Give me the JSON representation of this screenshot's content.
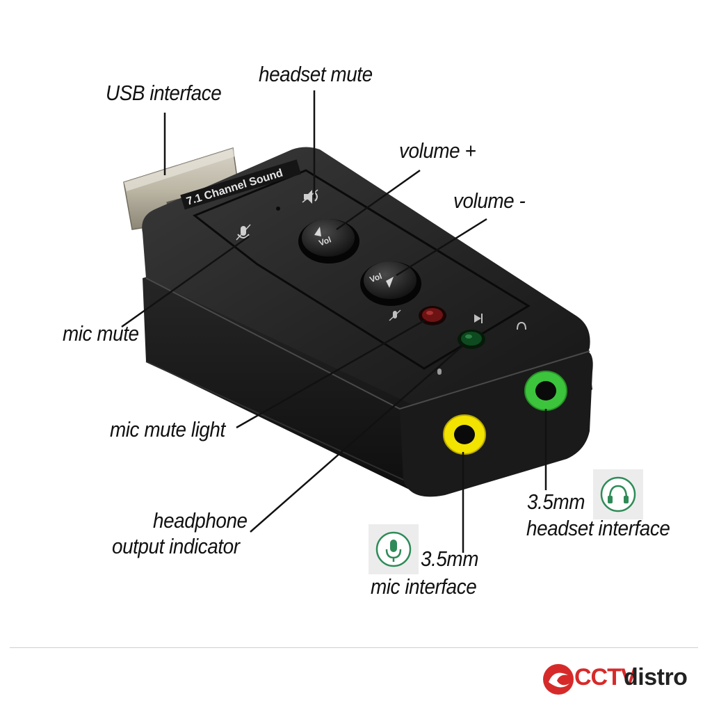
{
  "labels": {
    "usb_interface": "USB interface",
    "headset_mute": "headset mute",
    "volume_plus": "volume +",
    "volume_minus": "volume -",
    "mic_mute": "mic mute",
    "mic_mute_light": "mic mute light",
    "headphone_output_indicator_1": "headphone",
    "headphone_output_indicator_2": "output indicator",
    "mic_interface_1": "3.5mm",
    "mic_interface_2": "mic interface",
    "headset_interface_1": "3.5mm",
    "headset_interface_2": "headset interface"
  },
  "device": {
    "top_text": "7.1 Channel Sound",
    "vol_up_text": "Vol",
    "vol_down_text": "Vol"
  },
  "brand": {
    "name_part1": "CCTV",
    "name_part2": "distro"
  },
  "colors": {
    "body": "#1c1c1c",
    "mic_jack": "#f2e300",
    "headset_jack": "#3cc43c",
    "icon_green": "#2e8b57",
    "brand_red": "#d62a2a"
  },
  "icons": [
    "microphone-icon",
    "headphones-icon",
    "brand-logo-icon"
  ]
}
